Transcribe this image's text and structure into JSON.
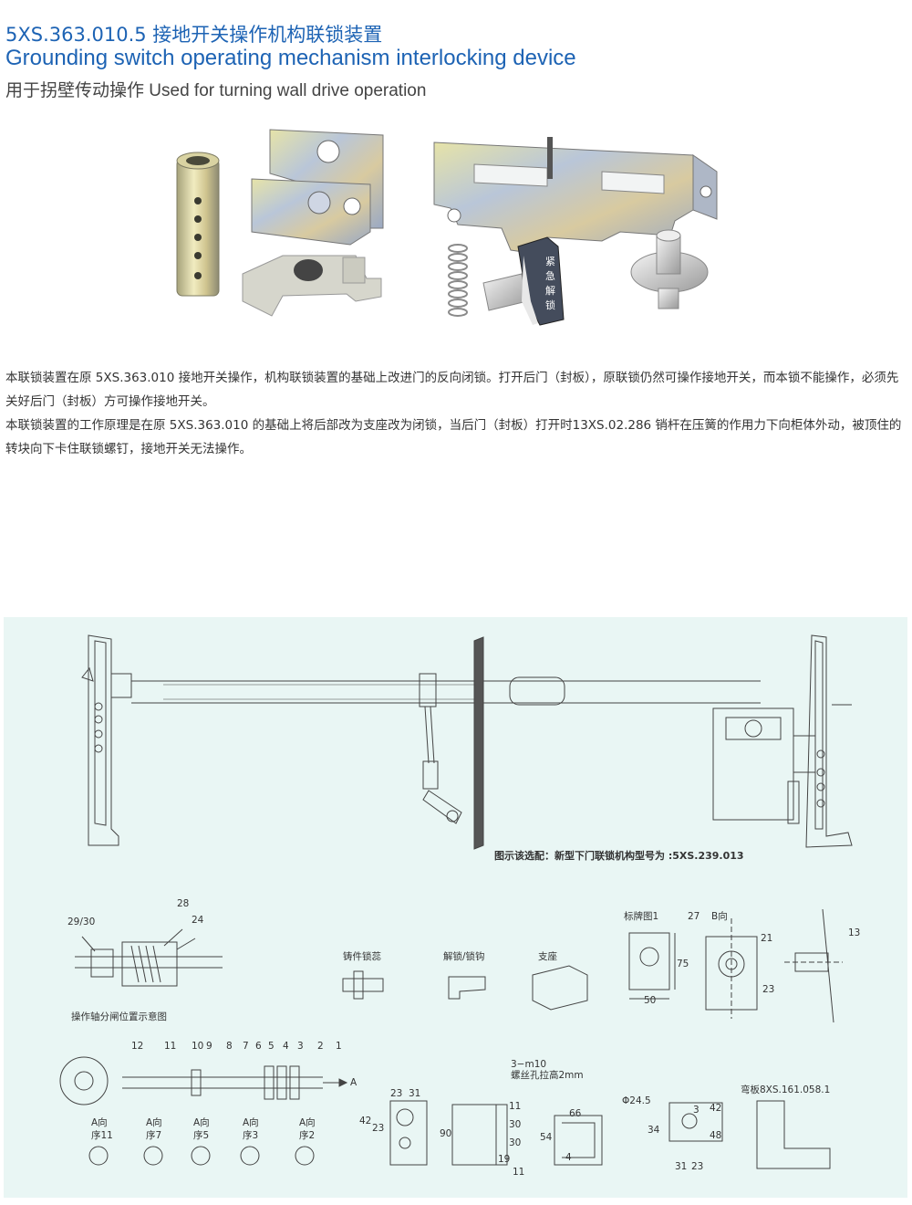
{
  "header": {
    "title_cn": "5XS.363.010.5 接地开关操作机构联锁装置",
    "title_en": "Grounding switch operating mechanism interlocking device",
    "subtitle": "用于拐壁传动操作 Used for turning wall drive operation"
  },
  "photo": {
    "handle_text": [
      "紧",
      "急",
      "解",
      "锁"
    ]
  },
  "description": [
    "本联锁装置在原 5XS.363.010 接地开关操作，机构联锁装置的基础上改进门的反向闭锁。打开后门（封板），原联锁仍然可操作接地开关，而本锁不能操作，必须先关好后门（封板）方可操作接地开关。",
    "本联锁装置的工作原理是在原 5XS.363.010 的基础上将后部改为支座改为闭锁，当后门（封板）打开时13XS.02.286 销杆在压簧的作用力下向柜体外动，被顶住的转块向下卡住联锁螺钉，接地开关无法操作。"
  ],
  "drawing": {
    "note": "图示该选配：新型下门联锁机构型号为 :5XS.239.013",
    "labels": {
      "l2930": "29/30",
      "l28": "28",
      "l24": "24",
      "part1": "铸件锁蕊",
      "part2": "解锁/锁钩",
      "part3": "支座",
      "signplate": "标牌图1",
      "l27": "27",
      "bdir": "B向",
      "l21": "21",
      "l13": "13",
      "l23": "23",
      "d75": "75",
      "d50": "50",
      "shaft_caption": "操作轴分闸位置示意图",
      "n12": "12",
      "n11": "11",
      "n10": "10",
      "n9": "9",
      "n8": "8",
      "n7": "7",
      "n6": "6",
      "n5": "5",
      "n4": "4",
      "n3": "3",
      "n2": "2",
      "n1": "1",
      "arrowA": "A",
      "a1": "A向",
      "s1": "序11",
      "a2": "A向",
      "s2": "序7",
      "a3": "A向",
      "s3": "序5",
      "a4": "A向",
      "s4": "序3",
      "a5": "A向",
      "s5": "序2",
      "d23a": "23",
      "d31a": "31",
      "d42a": "42",
      "d23b": "23",
      "m10": "3−m10",
      "thread": "螺丝孔拉高2mm",
      "d90": "90",
      "d11a": "11",
      "d30a": "30",
      "d30b": "30",
      "d19": "19",
      "d11b": "11",
      "d66": "66",
      "d54": "54",
      "d4": "4",
      "phi": "Φ24.5",
      "d3": "3",
      "d34": "34",
      "d42b": "42",
      "d48": "48",
      "d31b": "31",
      "d23c": "23",
      "bend": "弯板8XS.161.058.1"
    }
  }
}
